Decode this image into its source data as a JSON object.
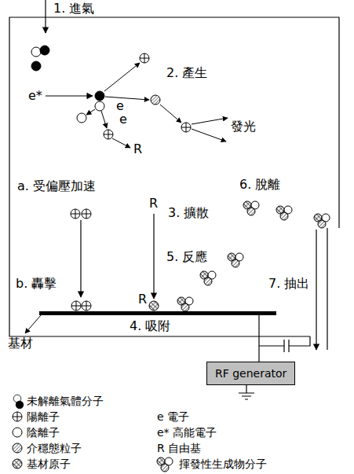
{
  "diagram": {
    "nodes": [
      {
        "text": [
          "RF generator"
        ]
      }
    ],
    "labels": [
      "1. 進氣",
      "e*",
      "e",
      "e",
      "R",
      "2. 產生",
      "發光",
      "a. 受偏壓加速",
      "b. 轟擊",
      "R",
      "3. 擴散",
      "6. 脫離",
      "R",
      "5. 反應",
      "4. 吸附",
      "基材",
      "7. 抽出"
    ],
    "legend": [
      {
        "text": "未解離氣體分子"
      },
      {
        "text": "陽離子"
      },
      {
        "text": "陰離子"
      },
      {
        "text": "介穩態粒子"
      },
      {
        "text": "基材原子"
      },
      {
        "text": "e 電子"
      },
      {
        "text": "e* 高能電子"
      },
      {
        "text": "R 自由基"
      },
      {
        "text": "揮發性生成物分子"
      }
    ]
  }
}
